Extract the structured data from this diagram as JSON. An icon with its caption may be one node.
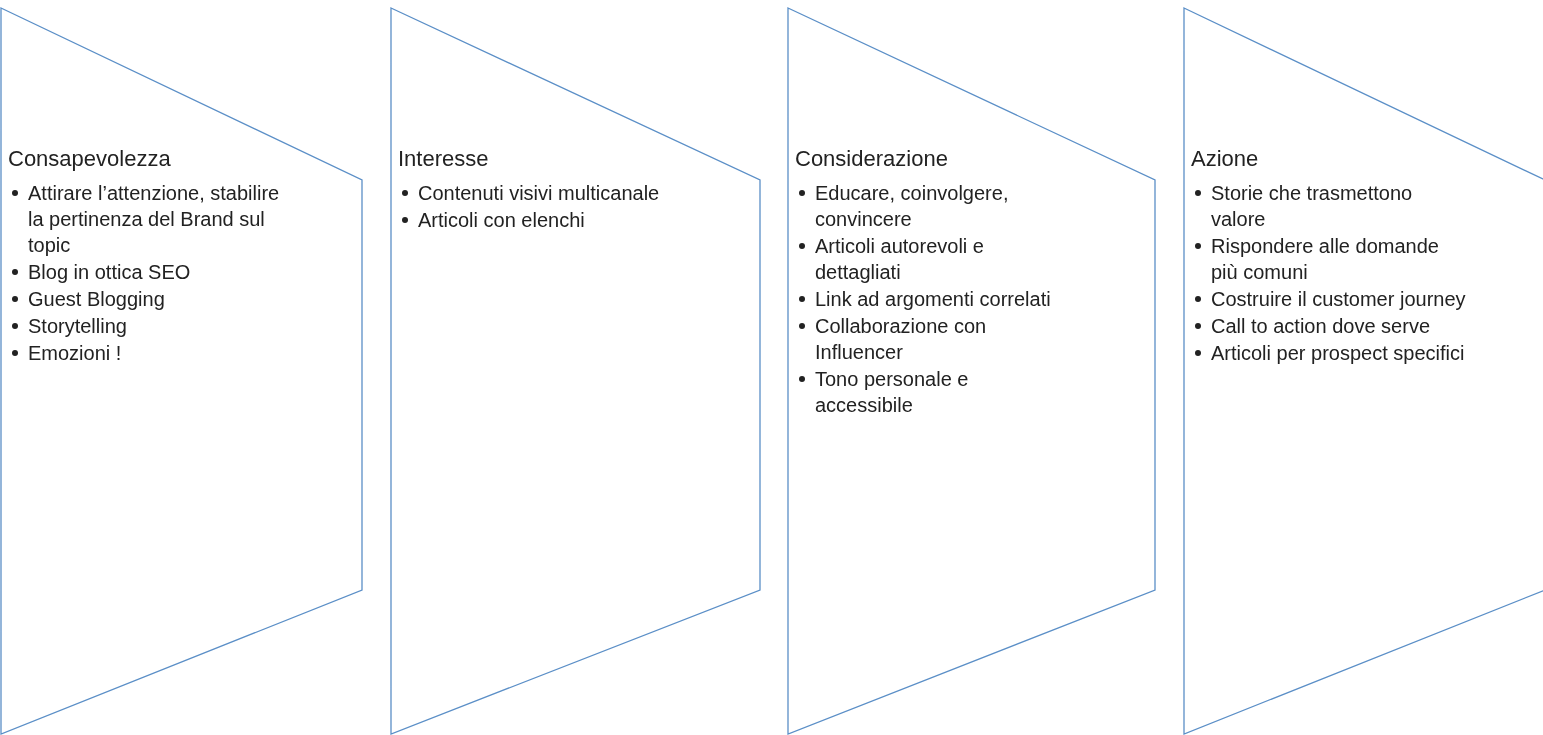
{
  "diagram": {
    "nodes": [
      {
        "text": [
          "Consapevolezza",
          "Attirare l’attenzione, stabilire la pertinenza del Brand sul topic",
          "Blog in ottica SEO",
          "Guest Blogging",
          "Storytelling",
          "Emozioni !"
        ]
      },
      {
        "text": [
          "Interesse",
          "Contenuti visivi multicanale",
          "Articoli con elenchi"
        ]
      },
      {
        "text": [
          "Considerazione",
          "Educare, coinvolgere, convincere",
          "Articoli autorevoli e dettagliati",
          "Link ad argomenti correlati",
          "Collaborazione con Influencer",
          "Tono personale e accessibile"
        ]
      },
      {
        "text": [
          "Azione",
          "Storie che trasmettono valore",
          "Rispondere alle domande più comuni",
          "Costruire il customer journey",
          "Call to action dove serve",
          "Articoli per prospect specifici"
        ]
      }
    ],
    "edges": []
  }
}
